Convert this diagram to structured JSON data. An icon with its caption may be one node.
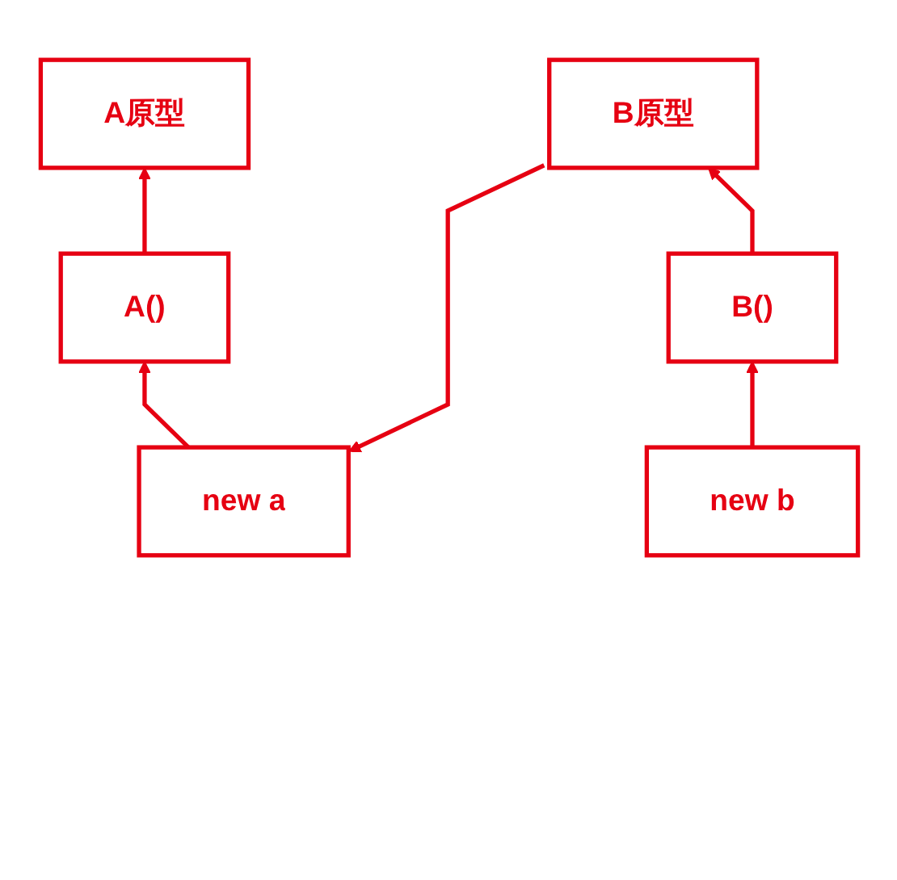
{
  "diagram": {
    "nodes": [
      {
        "text": [
          "A原型"
        ]
      },
      {
        "text": [
          "A()"
        ]
      },
      {
        "text": [
          "new a"
        ]
      },
      {
        "text": [
          "B原型"
        ]
      },
      {
        "text": [
          "B()"
        ]
      },
      {
        "text": [
          "new b"
        ]
      }
    ],
    "edges": [
      {
        "from": 2,
        "to": 1,
        "arrow": "to"
      },
      {
        "from": 1,
        "to": 0,
        "arrow": "to"
      },
      {
        "from": 3,
        "to": 2,
        "arrow": "to"
      },
      {
        "from": 4,
        "to": 3,
        "arrow": "to"
      },
      {
        "from": 5,
        "to": 4,
        "arrow": "to"
      }
    ]
  }
}
